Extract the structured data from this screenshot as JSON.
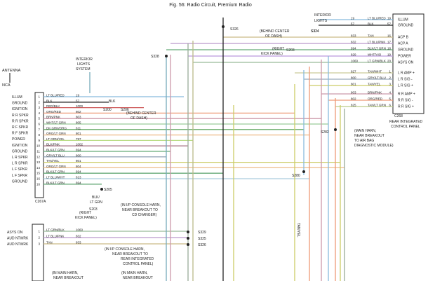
{
  "title": "Fig. 56: Radio Circuit, Premium Radio",
  "left_labels": {
    "antenna": "ANTENNA",
    "nca": "NCA",
    "c267a": "C267A",
    "pins": [
      "ILLUM",
      "GROUND",
      "IGNITION",
      "R R SPKR",
      "R R SPKR",
      "R F SPKR",
      "R F SPKR",
      "POWER",
      "IGNITION",
      "GROUND",
      "L R SPKR",
      "L R SPKR",
      "L F SPKR",
      "L F SPKR",
      "GROUND"
    ],
    "pins2": [
      "ASYS ON",
      "AUD NTWRK",
      "AUD NTWRK"
    ]
  },
  "left_wires": [
    {
      "pin": "1",
      "color": "LT BLU/RED",
      "circuit": "19"
    },
    {
      "pin": "2",
      "color": "BLK",
      "circuit": "57"
    },
    {
      "pin": "3",
      "color": "RED/BLK",
      "circuit": "1000"
    },
    {
      "pin": "4",
      "color": "ORG/RED",
      "circuit": "802"
    },
    {
      "pin": "5",
      "color": "BRN/PNK",
      "circuit": "803"
    },
    {
      "pin": "6",
      "color": "WHT/LT GRN",
      "circuit": "805"
    },
    {
      "pin": "7",
      "color": "DK GRN/ORG",
      "circuit": "811"
    },
    {
      "pin": "8",
      "color": "ORG/LT GRN",
      "circuit": "801"
    },
    {
      "pin": "9",
      "color": "LT GRN/YEL",
      "circuit": "797"
    },
    {
      "pin": "10",
      "color": "BLK/PNK",
      "circuit": "1002"
    },
    {
      "pin": "11",
      "color": "BLK/LT GRN",
      "circuit": "694"
    },
    {
      "pin": "12",
      "color": "GRY/LT BLU",
      "circuit": "800"
    },
    {
      "pin": "13",
      "color": "TAN/YEL",
      "circuit": "801"
    },
    {
      "pin": "14",
      "color": "ORG/LT GRN",
      "circuit": "804"
    },
    {
      "pin": "15",
      "color": "BLK/LT GRN",
      "circuit": "694"
    },
    {
      "pin": "16",
      "color": "LT BLU/WHT",
      "circuit": "813"
    },
    {
      "pin": "16",
      "color": "BLK/LT GRN",
      "circuit": "694"
    }
  ],
  "left_wires2": [
    {
      "pin": "1",
      "color": "LT GRN/BLK",
      "circuit": "1060"
    },
    {
      "pin": "2",
      "color": "LT BLU/PNK",
      "circuit": "832"
    },
    {
      "pin": "3",
      "color": "TAN",
      "circuit": "833"
    }
  ],
  "right_labels": {
    "pins": [
      "ILLUM",
      "GROUND",
      "ACP B",
      "ACP A",
      "GROUND",
      "POWER",
      "ASYS ON",
      "L R AMP +",
      "L R SIG -",
      "L R SIG +",
      "R R AMP +",
      "R R SIG -",
      "R R SIG +"
    ],
    "c268": "C268",
    "panel1": "REAR INTEGRATED",
    "panel2": "CONTROL PANEL"
  },
  "right_wires": [
    {
      "pin": "19",
      "color": "LT BLU/RED",
      "circuit": "19"
    },
    {
      "pin": "57",
      "color": "BLK",
      "circuit": "57"
    },
    {
      "pin": "16",
      "color": "TAN",
      "circuit": "833"
    },
    {
      "pin": "17",
      "color": "LT BLU/PNK",
      "circuit": "832"
    },
    {
      "pin": "18",
      "color": "BLK/LT GRN",
      "circuit": "694"
    },
    {
      "pin": "19",
      "color": "WHT/VIO",
      "circuit": "829"
    },
    {
      "pin": "20",
      "color": "LT GRN/BLK",
      "circuit": "1060"
    },
    {
      "pin": "1",
      "color": "TAN/WHT",
      "circuit": "827"
    },
    {
      "pin": "2",
      "color": "GRY/LT BLU",
      "circuit": "800"
    },
    {
      "pin": "3",
      "color": "TAN/YEL",
      "circuit": "801"
    },
    {
      "pin": "4",
      "color": "BRN/PNK",
      "circuit": "803"
    },
    {
      "pin": "5",
      "color": "ORG/RED",
      "circuit": "802"
    },
    {
      "pin": "6",
      "color": "TAN/LT GRN",
      "circuit": "825"
    }
  ],
  "splices": [
    "S328",
    "S326",
    "S324",
    "S203",
    "S200",
    "S205",
    "S206",
    "S203",
    "S329",
    "S325",
    "S326",
    "S282",
    "S280"
  ],
  "notes": {
    "interior_top_1": "INTERIOR",
    "interior_top_2": "LIGHTS",
    "interior_top_3": "S324",
    "behind_dash_top_1": "(BEHIND CENTER",
    "behind_dash_top_2": "OF DASH)",
    "right_kick_1": "(RIGHT",
    "right_kick_2": "KICK PANEL)",
    "interior_sys_1": "INTERIOR",
    "interior_sys_2": "LIGHTS",
    "interior_sys_3": "SYSTEM",
    "blk": "BLK",
    "behind_dash_1": "(BEHIND CENTER",
    "behind_dash_2": "OF DASH)",
    "blk_lt_grn_1": "BLK/",
    "blk_lt_grn_2": "LT GRN",
    "s203_1": "(RIGHT",
    "s203_2": "KICK PANEL)",
    "console_1": "(IN I/P CONSOLE HARN,",
    "console_2": "NEAR BREAKOUT TO",
    "console_3": "CD CHANGER)",
    "console2_1": "(IN I/P CONSOLE HARN,",
    "console2_2": "NEAR BREAKOUT TO",
    "console2_3": "REAR INTEGRATED",
    "console2_4": "CONTROL PANEL)",
    "main_harn_1": "(IN MAIN HARN,",
    "main_harn_2": "NEAR BREAKOUT",
    "main_harn_3": "(IN MAIN HARN,",
    "main_harn_4": "NEAR BREAKOUT",
    "airbag_1": "(MAIN HARN,",
    "airbag_2": "NEAR BREAKOUT",
    "airbag_3": "TO AIR BAG",
    "airbag_4": "DIAGNOSTIC MODULE)",
    "tan_yel": "TAN/YEL"
  }
}
